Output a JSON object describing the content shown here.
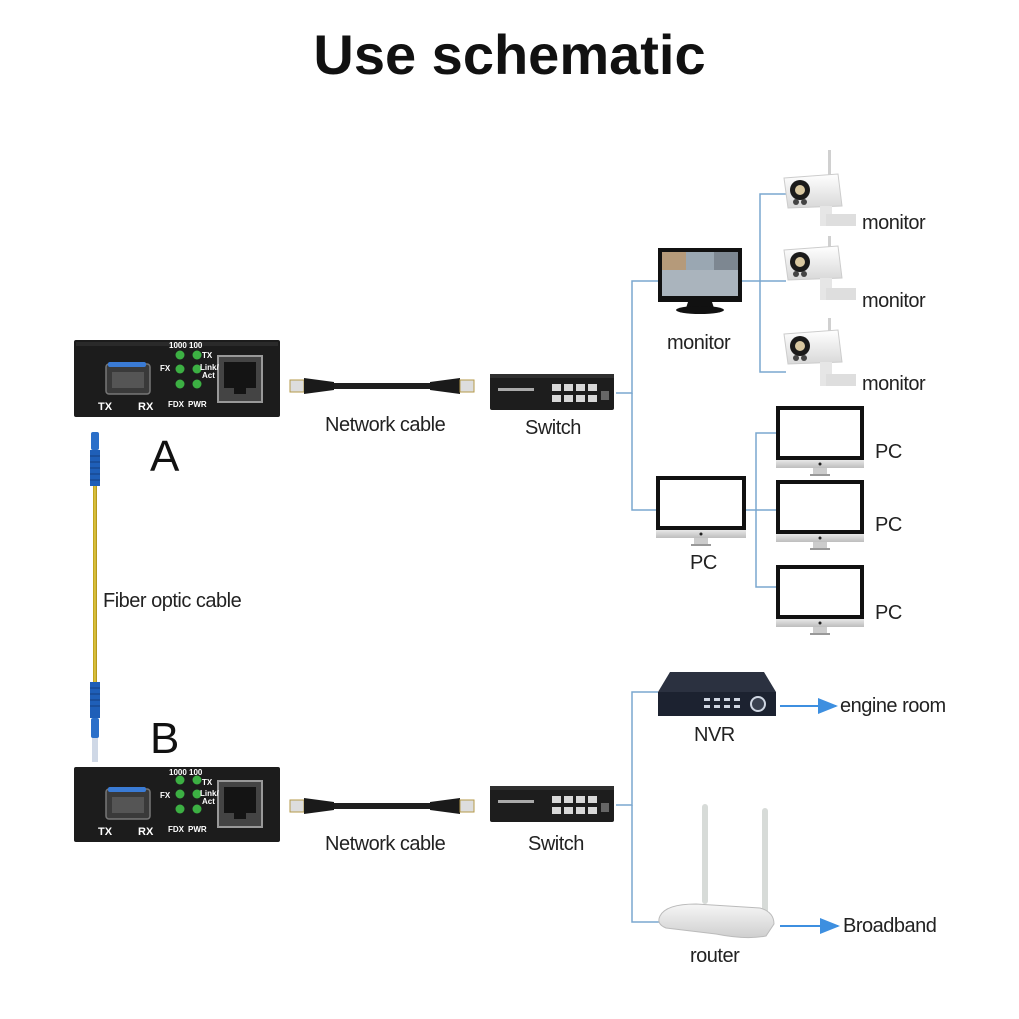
{
  "title": "Use schematic",
  "side_a": {
    "marker": "A",
    "converter": {
      "led_header": "1000 100",
      "led_labels": [
        "TX",
        "FX",
        "Link/",
        "Act",
        "FDX",
        "PWR"
      ],
      "port_labels": [
        "TX",
        "RX"
      ]
    },
    "cable_label": "Network cable",
    "switch_label": "Switch",
    "branches": {
      "monitor_label": "monitor",
      "cameras": [
        {
          "label": "monitor"
        },
        {
          "label": "monitor"
        },
        {
          "label": "monitor"
        }
      ],
      "pc_label": "PC",
      "pcs": [
        {
          "label": "PC"
        },
        {
          "label": "PC"
        },
        {
          "label": "PC"
        }
      ]
    }
  },
  "fiber_label": "Fiber optic cable",
  "side_b": {
    "marker": "B",
    "converter": {
      "led_header": "1000 100",
      "led_labels": [
        "TX",
        "FX",
        "Link/",
        "Act",
        "FDX",
        "PWR"
      ],
      "port_labels": [
        "TX",
        "RX"
      ]
    },
    "cable_label": "Network cable",
    "switch_label": "Switch",
    "nvr_label": "NVR",
    "nvr_target": "engine room",
    "router_label": "router",
    "router_target": "Broadband"
  },
  "colors": {
    "line": "#7aa7cf",
    "arrow": "#3d8fe0",
    "fiber": "#c8b020",
    "connector": "#1f5fb8",
    "led": "#3cb043",
    "device": "#1c1c1c"
  }
}
